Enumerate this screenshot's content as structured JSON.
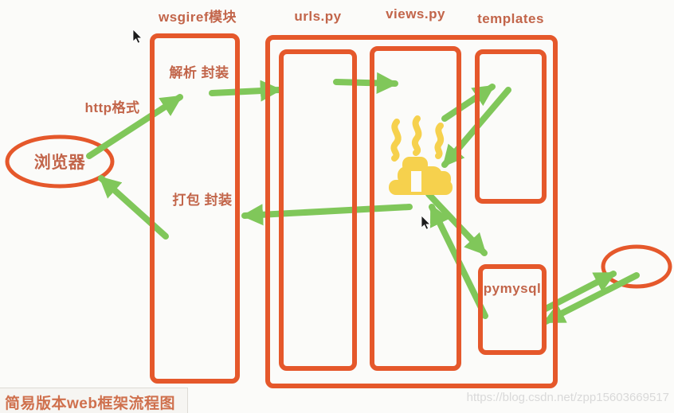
{
  "colors": {
    "box_stroke": "#e5582b",
    "label_text": "#c2654a",
    "arrow_green": "#80c75a",
    "fire_yellow": "#f6d14d",
    "caption_text": "#cf704d",
    "watermark_text": "#d9d9d9"
  },
  "nodes": {
    "browser": "浏览器",
    "wsgiref": "wsgiref模块",
    "urls": "urls.py",
    "views": "views.py",
    "templates": "templates",
    "pymysql": "pymysql"
  },
  "labels": {
    "http_format": "http格式",
    "parse_encapsulate": "解析 封装",
    "pack_encapsulate": "打包 封装"
  },
  "caption": "简易版本web框架流程图",
  "watermark": "https://blog.csdn.net/zpp15603669517"
}
